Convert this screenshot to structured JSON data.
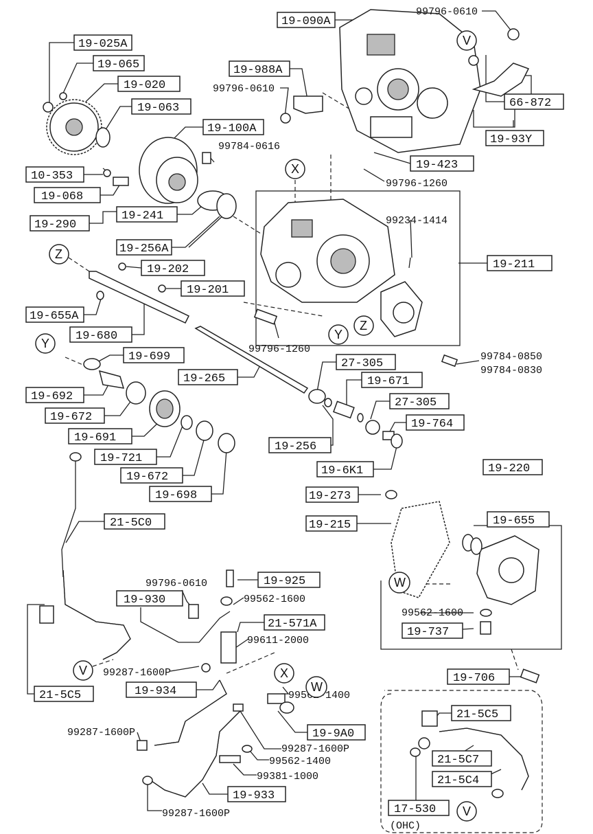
{
  "part_labels": {
    "b_19_090A": "19-090A",
    "b_19_025A": "19-025A",
    "b_19_065": "19-065",
    "b_19_020": "19-020",
    "b_19_063": "19-063",
    "b_19_988A": "19-988A",
    "b_66_872": "66-872",
    "b_19_93Y": "19-93Y",
    "b_19_100A": "19-100A",
    "b_10_353": "10-353",
    "b_19_068": "19-068",
    "b_19_423": "19-423",
    "b_19_241": "19-241",
    "b_19_290": "19-290",
    "b_19_256A": "19-256A",
    "b_19_211": "19-211",
    "b_19_202": "19-202",
    "b_19_201": "19-201",
    "b_19_655A": "19-655A",
    "b_19_680": "19-680",
    "b_19_699": "19-699",
    "b_27_305a": "27-305",
    "b_19_265": "19-265",
    "b_19_671": "19-671",
    "b_19_692": "19-692",
    "b_27_305b": "27-305",
    "b_19_672a": "19-672",
    "b_19_764": "19-764",
    "b_19_691": "19-691",
    "b_19_256": "19-256",
    "b_19_721": "19-721",
    "b_19_6K1": "19-6K1",
    "b_19_672b": "19-672",
    "b_19_698": "19-698",
    "b_19_273": "19-273",
    "b_19_220": "19-220",
    "b_21_5C0": "21-5C0",
    "b_19_215": "19-215",
    "b_19_655": "19-655",
    "b_19_925": "19-925",
    "b_19_930": "19-930",
    "b_21_571A": "21-571A",
    "b_19_737": "19-737",
    "b_19_706": "19-706",
    "b_19_934": "19-934",
    "b_21_5C5a": "21-5C5",
    "b_21_5C5b": "21-5C5",
    "b_19_9A0": "19-9A0",
    "b_21_5C7": "21-5C7",
    "b_21_5C4": "21-5C4",
    "b_19_933": "19-933",
    "b_17_530": "17-530"
  },
  "number_labels": {
    "n_99796_0610a": "99796-0610",
    "n_99796_0610b": "99796-0610",
    "n_99784_0616": "99784-0616",
    "n_99796_1260a": "99796-1260",
    "n_99234_1414": "99234-1414",
    "n_99796_1260b": "99796-1260",
    "n_99784_0850": "99784-0850",
    "n_99784_0830": "99784-0830",
    "n_99796_0610c": "99796-0610",
    "n_99562_1600a": "99562-1600",
    "n_99611_2000": "99611-2000",
    "n_99562_1600b": "99562-1600",
    "n_99287_1600Pa": "99287-1600P",
    "n_99562_1400a": "99562-1400",
    "n_99287_1600Pb": "99287-1600P",
    "n_99287_1600Pc": "99287-1600P",
    "n_99562_1400b": "99562-1400",
    "n_99381_1000": "99381-1000",
    "n_99287_1600Pd": "99287-1600P",
    "n_ohc": "(OHC)"
  },
  "ref_markers": {
    "m_V1": "V",
    "m_X1": "X",
    "m_Z1": "Z",
    "m_Y1": "Y",
    "m_Z2": "Z",
    "m_Y2": "Y",
    "m_W1": "W",
    "m_V2": "V",
    "m_X2": "X",
    "m_W2": "W",
    "m_V3": "V"
  }
}
